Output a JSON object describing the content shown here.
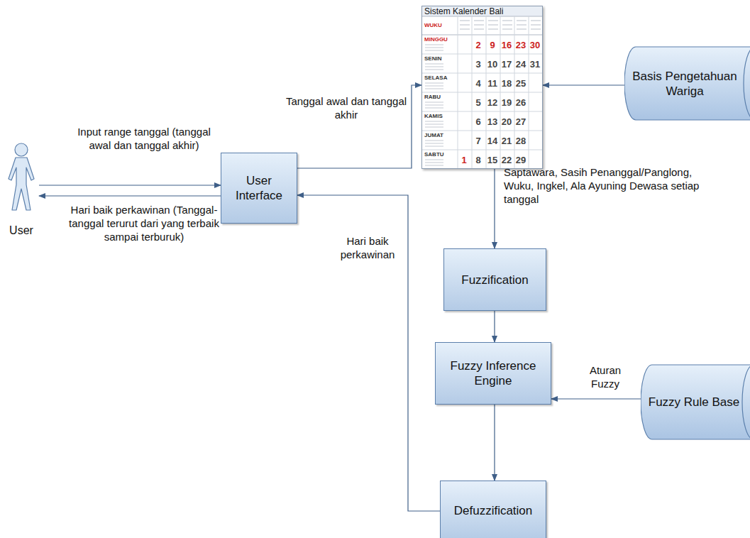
{
  "diagram": {
    "nodes": [
      {
        "text": [
          "User"
        ]
      },
      {
        "text": [
          "User Interface"
        ]
      },
      {
        "text": [
          "Sistem Kalender Bali"
        ]
      },
      {
        "text": [
          "Basis Pengetahuan Wariga"
        ]
      },
      {
        "text": [
          "Fuzzification"
        ]
      },
      {
        "text": [
          "Fuzzy Inference Engine"
        ]
      },
      {
        "text": [
          "Fuzzy Rule Base"
        ]
      },
      {
        "text": [
          "Defuzzification"
        ]
      }
    ],
    "edges": [
      {
        "from": 0,
        "to": 1,
        "arrow": "to",
        "label": "Input range tanggal (tanggal awal dan tanggal akhir)"
      },
      {
        "from": 1,
        "to": 0,
        "arrow": "to",
        "label": "Hari baik perkawinan (Tanggal-tanggal terurut dari yang terbaik sampai terburuk)"
      },
      {
        "from": 1,
        "to": 2,
        "arrow": "to",
        "label": "Tanggal awal dan tanggal akhir"
      },
      {
        "from": 3,
        "to": 2,
        "arrow": "to"
      },
      {
        "from": 2,
        "to": 4,
        "arrow": "to",
        "label": "Saptawara, Sasih Penanggal/Panglong, Wuku, Ingkel, Ala Ayuning Dewasa setiap tanggal"
      },
      {
        "from": 4,
        "to": 5,
        "arrow": "to"
      },
      {
        "from": 6,
        "to": 5,
        "arrow": "to",
        "label": "Aturan Fuzzy"
      },
      {
        "from": 5,
        "to": 7,
        "arrow": "to"
      },
      {
        "from": 7,
        "to": 1,
        "arrow": "to",
        "label": "Hari baik perkawinan"
      }
    ],
    "labels": [
      "WUKU",
      "MINGGU",
      "SENIN",
      "SELASA",
      "RABU",
      "KAMIS",
      "JUMAT",
      "SABTU",
      "2",
      "9",
      "16",
      "23",
      "30",
      "3",
      "10",
      "17",
      "24",
      "31",
      "4",
      "11",
      "18",
      "25",
      "5",
      "12",
      "19",
      "26",
      "6",
      "13",
      "20",
      "27",
      "7",
      "14",
      "21",
      "28",
      "1",
      "8",
      "15",
      "22",
      "29"
    ]
  }
}
